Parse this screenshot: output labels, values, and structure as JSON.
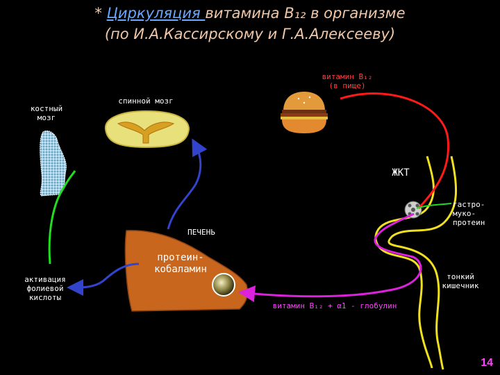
{
  "title": {
    "line1_prefix": "* ",
    "line1_link": "Циркуляция ",
    "line1_rest": "витамина В₁₂  в организме",
    "line2": "(по И.А.Кассирскому и Г.А.Алексееву)"
  },
  "labels": {
    "vitamin_food_1": "витамин В₁₂",
    "vitamin_food_2": "(в пище)",
    "bone_marrow_1": "костный",
    "bone_marrow_2": "мозг",
    "spinal_cord": "спинной мозг",
    "gi_tract": "ЖКТ",
    "gastro_1": "гастро-",
    "gastro_2": "муко-",
    "gastro_3": "протеин",
    "liver": "ПЕЧЕНЬ",
    "protein_1": "протеин-",
    "protein_2": "кобаламин",
    "folic_1": "активация",
    "folic_2": "фолиевой",
    "folic_3": "кислоты",
    "small_intestine_1": "тонкий",
    "small_intestine_2": "кишечник",
    "transport": "витамин В₁₂ + α1 - глобулин"
  },
  "page_number": "14",
  "colors": {
    "background": "#000000",
    "title": "#f2c7a7",
    "title_link": "#6aa8ff",
    "red_path": "#ff1a1a",
    "green_path": "#22dd22",
    "blue_path": "#3344cc",
    "magenta_path": "#dd22dd",
    "yellow_tract": "#f0e020",
    "liver_fill": "#c8661e",
    "spinal_fill": "#e8e07a"
  }
}
